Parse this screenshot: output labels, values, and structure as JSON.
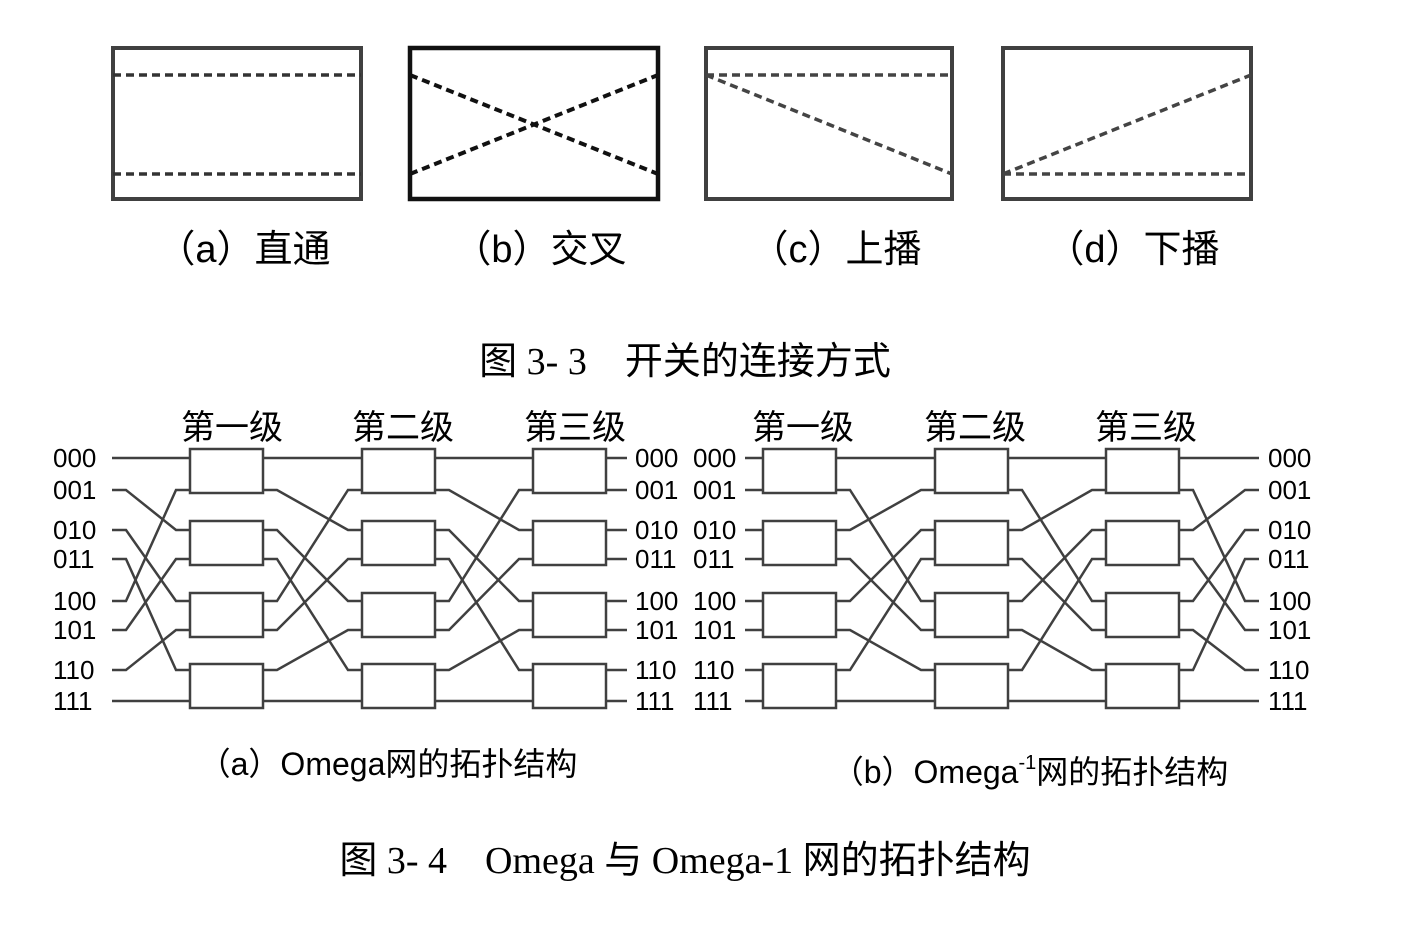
{
  "figure_3_3": {
    "panels": [
      {
        "id": "a",
        "caption": "（a）直通",
        "mode": "straight"
      },
      {
        "id": "b",
        "caption": "（b）交叉",
        "mode": "cross"
      },
      {
        "id": "c",
        "caption": "（c）上播",
        "mode": "upper-broadcast"
      },
      {
        "id": "d",
        "caption": "（d）下播",
        "mode": "lower-broadcast"
      }
    ],
    "caption": "图 3- 3　开关的连接方式"
  },
  "figure_3_4": {
    "omega": {
      "stages": [
        "第一级",
        "第二级",
        "第三级"
      ],
      "labels_left": [
        "000",
        "001",
        "010",
        "011",
        "100",
        "101",
        "110",
        "111"
      ],
      "labels_right": [
        "000",
        "001",
        "010",
        "011",
        "100",
        "101",
        "110",
        "111"
      ],
      "caption_prefix": "（a）",
      "caption_main": "Omega网的拓扑结构"
    },
    "omega_inverse": {
      "stages": [
        "第一级",
        "第二级",
        "第三级"
      ],
      "labels_left": [
        "000",
        "001",
        "010",
        "011",
        "100",
        "101",
        "110",
        "111"
      ],
      "labels_right": [
        "000",
        "001",
        "010",
        "011",
        "100",
        "101",
        "110",
        "111"
      ],
      "caption_prefix": "（b）",
      "caption_word": "Omega",
      "caption_sup": "-1",
      "caption_rest": "网的拓扑结构"
    },
    "caption": "图 3- 4　Omega 与 Omega-1 网的拓扑结构"
  },
  "colors": {
    "line": "#404040",
    "dash": "#333333",
    "text": "#000000"
  }
}
